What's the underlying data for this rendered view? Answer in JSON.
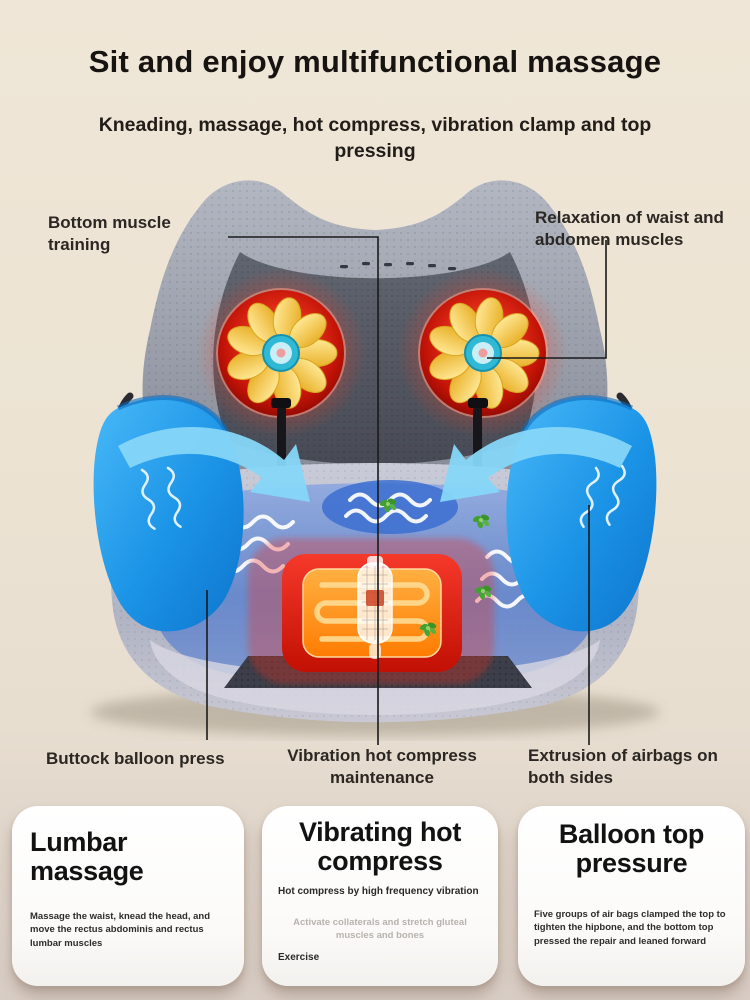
{
  "header": {
    "title": "Sit and enjoy multifunctional massage",
    "subtitle": "Kneading, massage, hot compress, vibration clamp and top pressing"
  },
  "callouts": {
    "bottom_muscle": "Bottom muscle training",
    "waist_abdomen": "Relaxation of waist and abdomen muscles",
    "buttock": "Buttock balloon press",
    "vibration": "Vibration hot compress maintenance",
    "airbags": "Extrusion of airbags on both sides"
  },
  "cards": [
    {
      "title": "Lumbar massage",
      "body": "Massage the waist, knead the head, and move the rectus abdominis and rectus lumbar muscles"
    },
    {
      "title": "Vibrating hot compress",
      "line1": "Hot compress by high frequency vibration",
      "line2": "Activate collaterals and stretch gluteal muscles and bones",
      "line3": "Exercise"
    },
    {
      "title": "Balloon top pressure",
      "body": "Five groups of air bags clamped the top to tighten the hipbone, and the bottom top pressed the repair and leaned forward"
    }
  ],
  "colors": {
    "background_beige": "#ECE3D3",
    "card_white": "#FCFCFC",
    "title_text": "#161310",
    "heat_red": "#E6251C",
    "heat_orange": "#FF8A12",
    "coil_light": "#FFD88E",
    "airbag_blue": "#1E96E8",
    "arrow_cyan": "#7FD2F7",
    "roller_yellow": "#F5CE4D",
    "roller_red": "#C81205",
    "core_teal": "#35C8DD",
    "fabric_gray": "#9AA0AD",
    "herb_green": "#46A532"
  }
}
